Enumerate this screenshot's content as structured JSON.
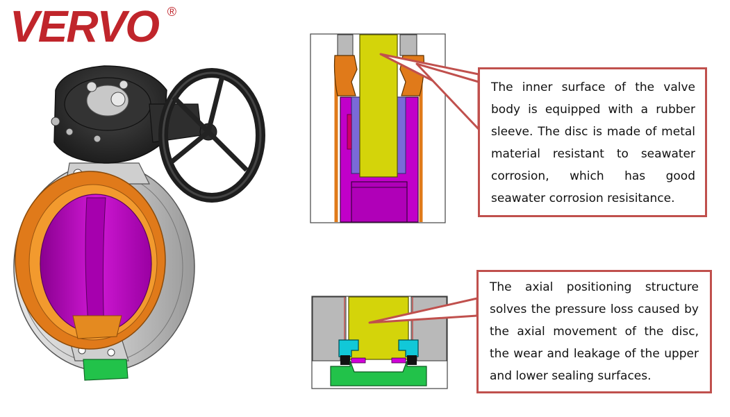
{
  "brand": {
    "name": "VERVO",
    "registered_mark": "®",
    "color": "#c0252b"
  },
  "callouts": [
    {
      "text": "The inner surface of the valve body is equipped with a rubber sleeve. The disc is made of metal material resistant to seawater corrosion, which has good seawater corrosion resisitance."
    },
    {
      "text": "The axial positioning structure solves the pressure loss caused by the axial movement of the disc, the wear and leakage of the upper and lower sealing surfaces."
    }
  ],
  "colors": {
    "callout_border": "#c0504d",
    "body_gray": "#b9b9b9",
    "rubber_orange": "#e07a1a",
    "disc_magenta": "#c100c9",
    "stem_yellow": "#d4d40a",
    "bushing_purple": "#7a6ad8",
    "seal_cyan": "#11c8d8",
    "bottom_green": "#22c24a",
    "gear_black": "#2c2c2c"
  }
}
